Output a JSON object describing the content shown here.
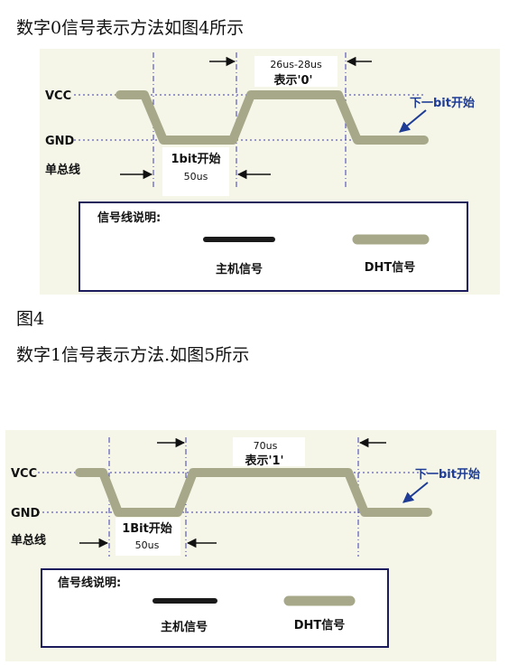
{
  "captions": {
    "fig4_title": "数字0信号表示方法如图4所示",
    "fig4_label": "图4",
    "fig5_title": "数字1信号表示方法.如图5所示"
  },
  "colors": {
    "panel_bg": "#f5f6e8",
    "dht_line": "#a7a88a",
    "host_line": "#1a1a1a",
    "legend_border": "#1c1c5c",
    "arrow_blue": "#1e3c96",
    "guide": "#3a3ab0"
  },
  "diagram0": {
    "vcc_label": "VCC",
    "gnd_label": "GND",
    "bus_label": "单总线",
    "start_label": "1bit开始",
    "start_duration": "50us",
    "high_duration": "26us-28us",
    "meaning": "表示'0'",
    "next_bit": "下一bit开始",
    "legend": {
      "title": "信号线说明:",
      "host": "主机信号",
      "dht": "DHT信号"
    }
  },
  "diagram1": {
    "vcc_label": "VCC",
    "gnd_label": "GND",
    "bus_label": "单总线",
    "start_label": "1Bit开始",
    "start_duration": "50us",
    "high_duration": "70us",
    "meaning": "表示'1'",
    "next_bit": "下一bit开始",
    "legend": {
      "title": "信号线说明:",
      "host": "主机信号",
      "dht": "DHT信号"
    }
  }
}
